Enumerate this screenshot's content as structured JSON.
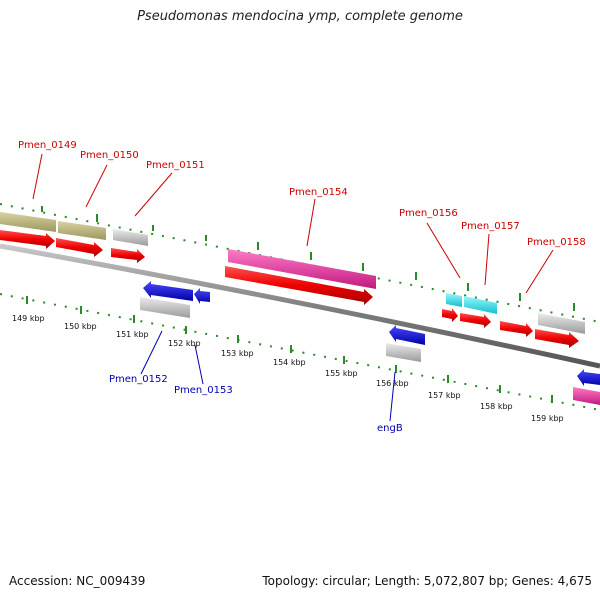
{
  "title": "Pseudomonas mendocina ymp, complete genome",
  "footer": {
    "accession": "Accession: NC_009439",
    "info": "Topology: circular; Length: 5,072,807 bp; Genes: 4,675"
  },
  "colors": {
    "olive": "#b8b27a",
    "red": "#ee0000",
    "grey": "#c8c8c8",
    "magenta": "#ee2a9c",
    "blue": "#0000dd",
    "cyan": "#22e6ee",
    "backbone": "#808080",
    "ruler": "#2a8a2a",
    "top_label": "#cc0000",
    "bottom_label": "#0000b3"
  },
  "gene_labels_top": [
    "Pmen_0149",
    "Pmen_0150",
    "Pmen_0151",
    "Pmen_0154",
    "Pmen_0156",
    "Pmen_0157",
    "Pmen_0158"
  ],
  "gene_labels_bottom": [
    "Pmen_0152",
    "Pmen_0153",
    "engB"
  ],
  "scale_ticks": [
    "149 kbp",
    "150 kbp",
    "151 kbp",
    "152 kbp",
    "153 kbp",
    "154 kbp",
    "155 kbp",
    "156 kbp",
    "157 kbp",
    "158 kbp",
    "159 kbp"
  ]
}
